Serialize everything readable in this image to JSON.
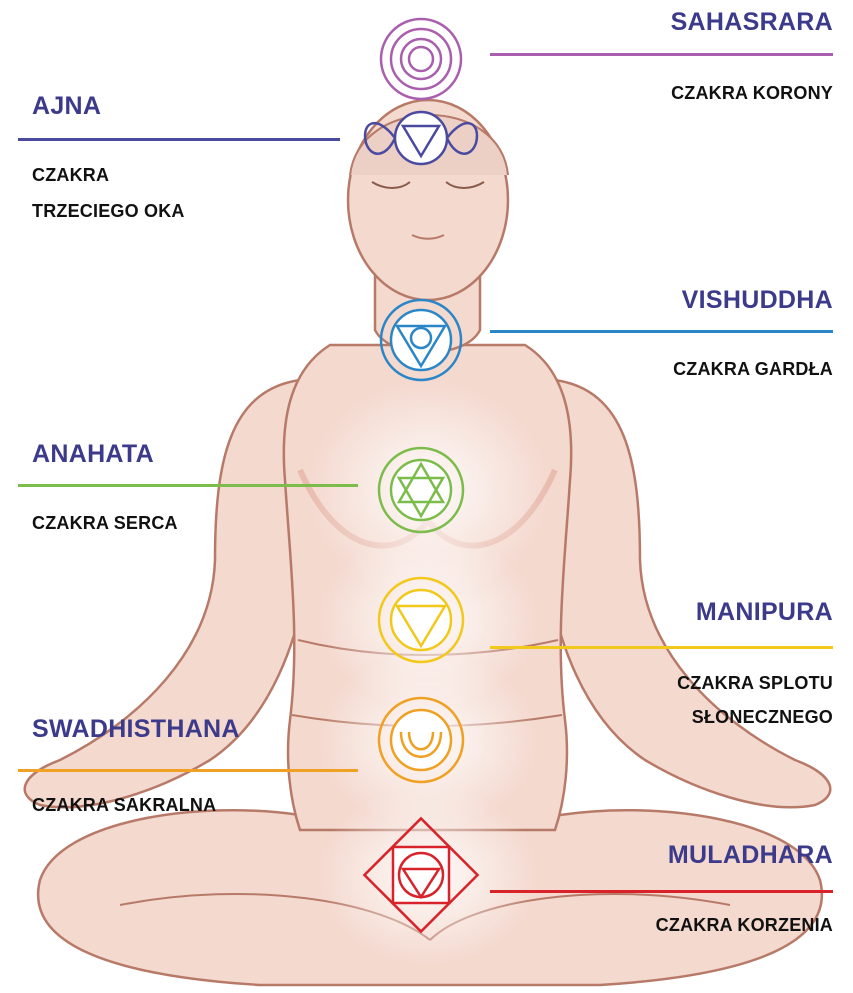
{
  "chakras": [
    {
      "key": "sahasrara",
      "name": "SAHASRARA",
      "desc_lines": [
        "CZAKRA KORONY"
      ],
      "color": "#a95fae",
      "icon": "thousand-petal-lotus-icon"
    },
    {
      "key": "ajna",
      "name": "AJNA",
      "desc_lines": [
        "CZAKRA",
        "TRZECIEGO OKA"
      ],
      "color": "#4a4aa0",
      "icon": "two-petal-triangle-icon"
    },
    {
      "key": "vishuddha",
      "name": "VISHUDDHA",
      "desc_lines": [
        "CZAKRA GARDŁA"
      ],
      "color": "#2b86c8",
      "icon": "sixteen-petal-triangle-circle-icon"
    },
    {
      "key": "anahata",
      "name": "ANAHATA",
      "desc_lines": [
        "CZAKRA SERCA"
      ],
      "color": "#7cbc4a",
      "icon": "twelve-petal-hexagram-icon"
    },
    {
      "key": "manipura",
      "name": "MANIPURA",
      "desc_lines": [
        "CZAKRA SPLOTU",
        "SŁONECZNEGO"
      ],
      "color": "#f2c81a",
      "icon": "ten-petal-triangle-icon"
    },
    {
      "key": "swadhisthana",
      "name": "SWADHISTHANA",
      "desc_lines": [
        "CZAKRA SAKRALNA"
      ],
      "color": "#f0a022",
      "icon": "six-petal-crescent-icon"
    },
    {
      "key": "muladhara",
      "name": "MULADHARA",
      "desc_lines": [
        "CZAKRA KORZENIA"
      ],
      "color": "#d8232a",
      "icon": "four-petal-square-triangle-icon"
    }
  ],
  "label_color": "#3c3a8a",
  "figure": {
    "skin": "#f4d9cf",
    "skin_shadow": "#e9bcae",
    "outline": "#b87a68",
    "icon": "meditating-woman-figure"
  }
}
